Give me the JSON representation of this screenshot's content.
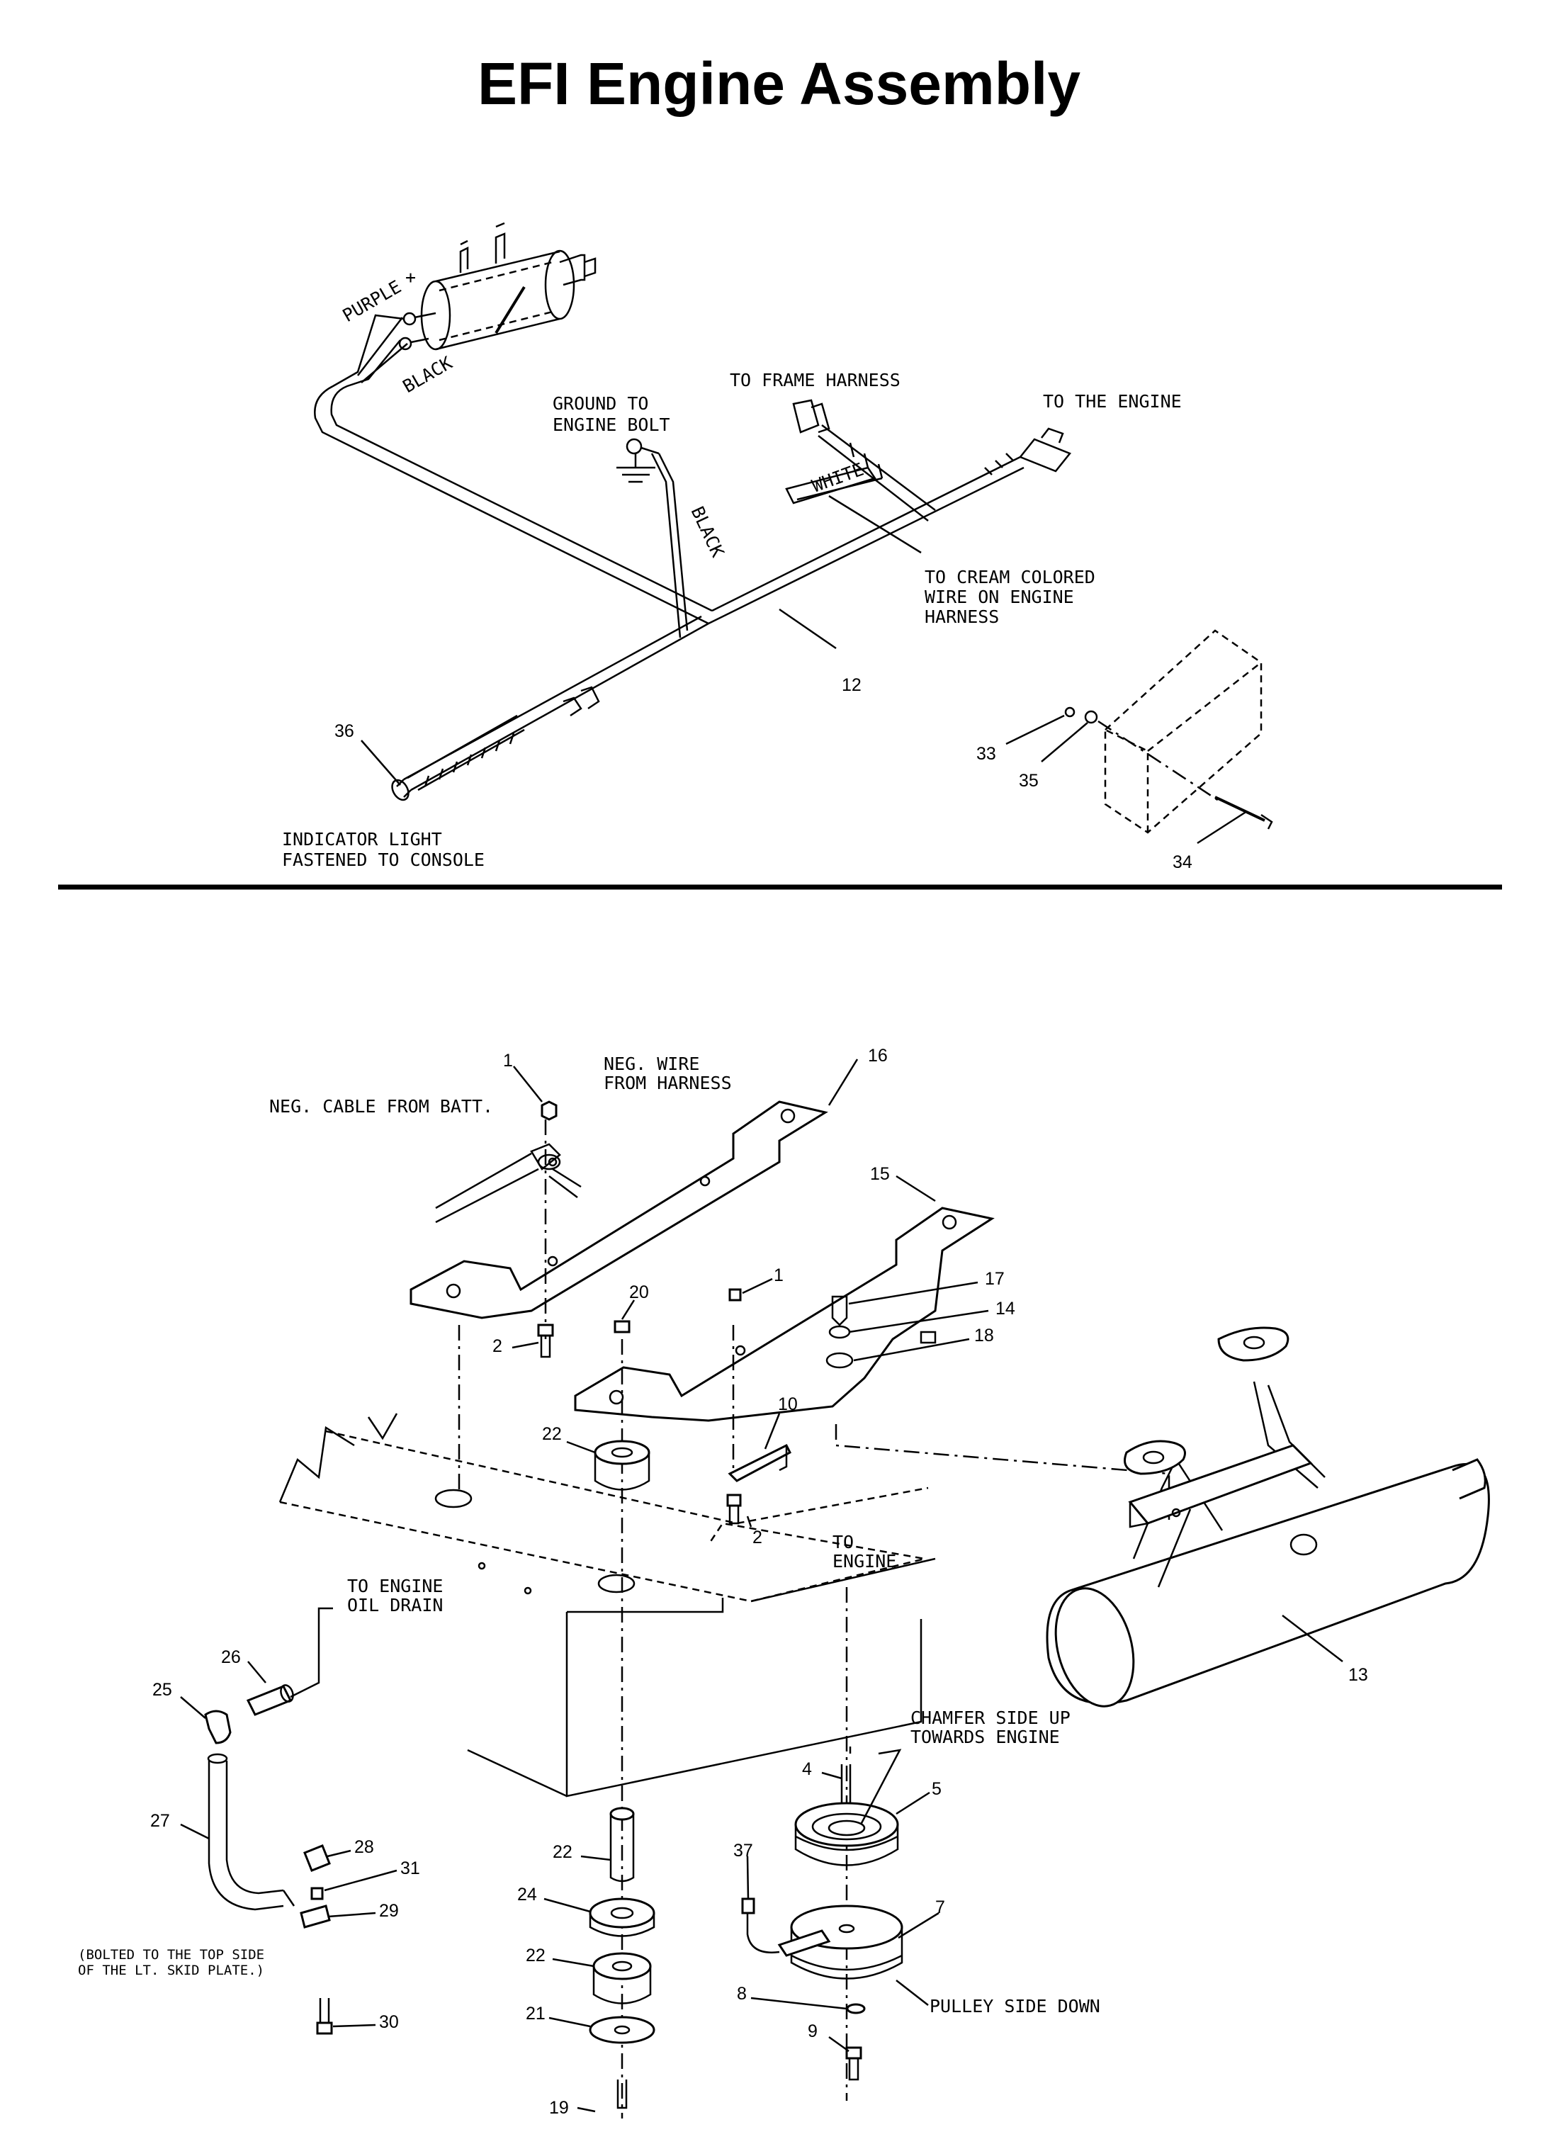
{
  "title": "EFI Engine Assembly",
  "top_diagram": {
    "labels": {
      "purple": "PURPLE",
      "plus": "+",
      "black_top": "BLACK",
      "ground_1": "GROUND TO",
      "ground_2": "ENGINE BOLT",
      "black_wire": "BLACK",
      "frame_harness": "TO FRAME HARNESS",
      "to_engine": "TO THE ENGINE",
      "white": "WHITE",
      "cream_1": "TO CREAM COLORED",
      "cream_2": "WIRE ON ENGINE",
      "cream_3": "HARNESS",
      "indicator_1": "INDICATOR LIGHT",
      "indicator_2": "FASTENED TO CONSOLE"
    },
    "callouts": [
      "12",
      "36",
      "33",
      "35",
      "34"
    ]
  },
  "bottom_diagram": {
    "labels": {
      "neg_wire_1": "NEG. WIRE",
      "neg_wire_2": "FROM HARNESS",
      "neg_cable": "NEG. CABLE FROM BATT.",
      "to_engine_1": "TO",
      "to_engine_2": "ENGINE",
      "oil_drain_1": "TO ENGINE",
      "oil_drain_2": "OIL DRAIN",
      "chamfer_1": "CHAMFER SIDE UP",
      "chamfer_2": "TOWARDS ENGINE",
      "pulley_down": "PULLEY SIDE DOWN",
      "bolted_1": "(BOLTED TO THE TOP SIDE",
      "bolted_2": "OF THE LT. SKID PLATE.)"
    },
    "callouts": {
      "c1a": "1",
      "c16": "16",
      "c15": "15",
      "c1b": "1",
      "c17": "17",
      "c14": "14",
      "c18": "18",
      "c20": "20",
      "c2a": "2",
      "c22a": "22",
      "c10": "10",
      "c2b": "2",
      "c26": "26",
      "c25": "25",
      "c13": "13",
      "c4": "4",
      "c5": "5",
      "c27": "27",
      "c28": "28",
      "c31": "31",
      "c29": "29",
      "c30": "30",
      "c22b": "22",
      "c24": "24",
      "c22c": "22",
      "c21": "21",
      "c19": "19",
      "c37": "37",
      "c7": "7",
      "c8": "8",
      "c9": "9"
    }
  }
}
